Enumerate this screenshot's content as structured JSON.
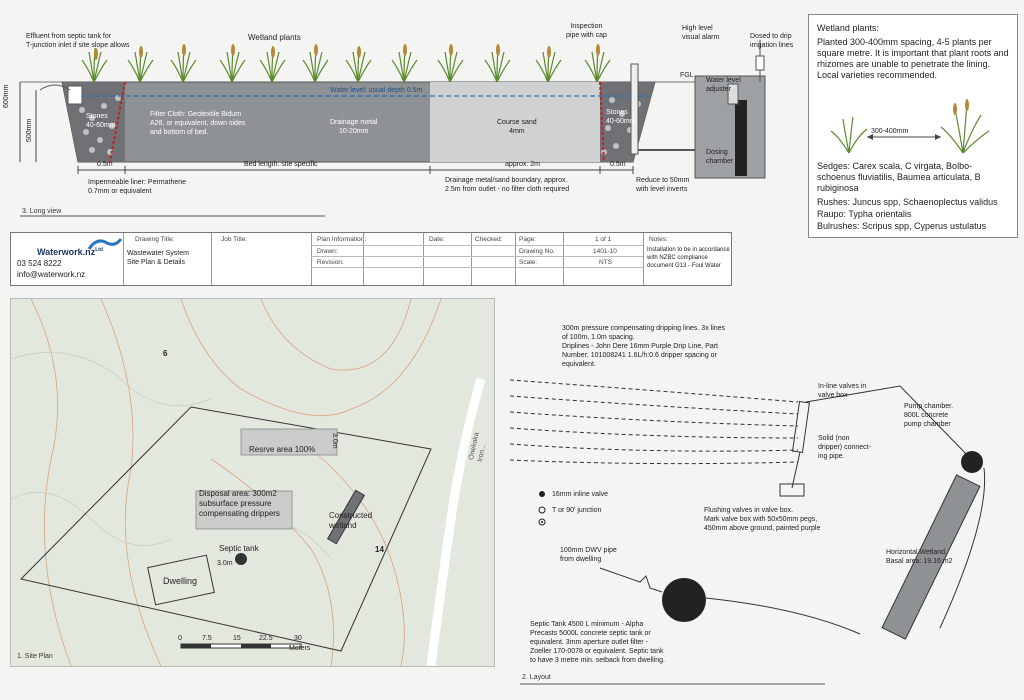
{
  "long_view": {
    "caption": "3. Long view",
    "labels": {
      "effluent": "Effluent from septic tank for\nT-junction inlet if site slope allows",
      "wetland_plants": "Wetland plants",
      "inspection_pipe": "Inspection\npipe with cap",
      "high_level_alarm": "High level\nvisual alarm",
      "dosed_to_drip": "Dosed to drip\nirrigation lines",
      "fgl": "FGL",
      "water_level": "Water level: usual depth 0.5m",
      "water_level_adjuster": "Water level\nadjuster",
      "stones_left": "Stones\n40-60mm",
      "filter_cloth": "Filter Cloth: Geotextile Bidum\nA28, or equivalent, down sides\nand bottom of bed.",
      "drainage_metal": "Drainage metal\n10-20mm",
      "course_sand": "Course sand\n4mm",
      "stones_right": "Stones\n40-60mm",
      "dosing_chamber": "Dosing\nchamber",
      "dim_600": "600mm",
      "dim_500": "500mm",
      "dim_05_left": "0.5m",
      "bed_length": "Bed length: site specific",
      "approx_2m": "approx. 2m",
      "dim_05_right": "0.5m",
      "liner": "Impermeable liner: Permathene\n0.7mm or equivalent",
      "drainage_boundary": "Drainage metal/sand boundary, approx.\n2.5m from outlet - no filter cloth required",
      "reduce_50": "Reduce to 50mm\nwith level inverts"
    }
  },
  "wetland_note": {
    "heading": "Wetland plants:",
    "body": "Planted 300-400mm spacing, 4-5 plants per square metre. It is important that plant roots and rhizomes are unable to penetrate the lining. Local varieties recommended.",
    "spacing": "300-400mm",
    "sedges": "Sedges: Carex scala, C virgata, Bolbo-\nschoenus fluviatilis, Baumea articulata, B\nrubiginosa",
    "rushes": "Rushes: Juncus spp, Schaenoplectus validus",
    "raupo": "Raupo: Typha orientalis",
    "bulrushes": "Bulrushes: Scripus spp, Cyperus ustulatus"
  },
  "title_block": {
    "company": "Waterwork.nz",
    "company_suffix": "Ltd",
    "phone": "03 524 8222",
    "email": "info@waterwork.nz",
    "drawing_title_label": "Drawing Title:",
    "drawing_title": "Wastewater System\nSite Plan & Details",
    "job_title_label": "Job Title:",
    "plan_info_label": "Plan Information:",
    "drawn_label": "Drawn:",
    "revision_label": "Revision:",
    "date_label": "Date:",
    "checked_label": "Checked:",
    "page_label": "Page:",
    "page_value": "1 of 1",
    "drawing_no_label": "Drawing No.",
    "drawing_no_value": "1401-10",
    "scale_label": "Scale:",
    "scale_value": "NTS",
    "notes_label": "Notes:",
    "notes_value": "Installation to be in accordance\nwith NZBC compliance\ndocument G13 - Foul Water"
  },
  "site_plan": {
    "caption": "1. Site Plan",
    "lot_6": "6",
    "lot_14": "14",
    "road": "Onekaka Iron...",
    "reserve": "Resrve area 100%",
    "disposal": "Disposal area: 300m2\nsubsurface pressure\ncompensating drippers",
    "wetland": "Constructed\nwetland",
    "septic_tank": "Septic tank",
    "dwelling": "Dwelling",
    "dim_3m": "3.0m",
    "dim_3m_b": "3.0m",
    "scale_ticks": [
      "0",
      "7.5",
      "15",
      "22.5",
      "30"
    ],
    "scale_unit": "Meters"
  },
  "layout": {
    "caption": "2. Layout",
    "dripping_lines": "300m pressure compensating dripping lines. 3x lines\nof 100m, 1.0m spacing.\nDriplines - John Dere 16mm Purple Drip Line, Part\nNumber: 101008241 1.6L/h:0.6 dripper spacing or\nequivalent.",
    "inline_valves": "In-line valves in\nvalve box",
    "pump_chamber": "Pump chamber.\n800L concrete\npump chamber",
    "solid_pipe": "Solid (non\ndripper) connect-\ning pipe.",
    "legend_inline": "16mm inline valve",
    "legend_t": "T or 90' junction",
    "flushing": "Flushing valves in valve box.\nMark valve box with 50x50mm pegs,\n450mm above ground, painted purple",
    "dwv": "100mm DWV pipe\nfrom dwelling",
    "horizontal_wetland": "Horizontal Wetland.\nBasal area: 19.16 m2",
    "septic_note": "Septic Tank 4500 L minimum - Alpha\nPrecasts 5000L concrete septic tank or\nequivalent. 3mm aperture outlet filter -\nZoeller 170-0078 or equivalent. Septic tank\nto have 3 metre min. setback from dwelling."
  }
}
